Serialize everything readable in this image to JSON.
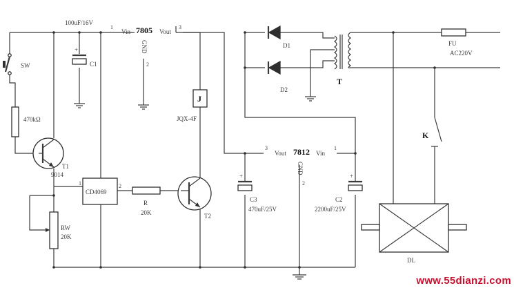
{
  "diagram": {
    "regulator_5v": {
      "name": "7805",
      "pin_in_name": "Vin",
      "pin_out_name": "Vout",
      "pin_gnd_name": "GND",
      "pin_in_num": "1",
      "pin_out_num": "3",
      "pin_gnd_num": "2"
    },
    "regulator_12v": {
      "name": "7812",
      "pin_in_name": "Vin",
      "pin_out_name": "Vout",
      "pin_gnd_name": "GND",
      "pin_in_num": "1",
      "pin_out_num": "3",
      "pin_gnd_num": "2"
    },
    "switch_sw": {
      "label": "SW"
    },
    "resistor_input": {
      "value": "470kΩ"
    },
    "cap_c1": {
      "name": "C1",
      "value": "100uF/16V"
    },
    "relay_j": {
      "name": "J",
      "model": "JQX-4F"
    },
    "transistor_t1": {
      "name": "T1",
      "model": "9014"
    },
    "ic_cd4069": {
      "name": "CD4069",
      "pin_in": "1",
      "pin_out": "2"
    },
    "resistor_r": {
      "name": "R",
      "value": "20K"
    },
    "transistor_t2": {
      "name": "T2"
    },
    "pot_rw": {
      "name": "RW",
      "value": "20K"
    },
    "cap_c3": {
      "name": "C3",
      "value": "470uF/25V"
    },
    "cap_c2": {
      "name": "C2",
      "value": "2200uF/25V"
    },
    "diode_d1": {
      "name": "D1"
    },
    "diode_d2": {
      "name": "D2"
    },
    "transformer": {
      "name": "T"
    },
    "fuse": {
      "name": "FU",
      "rating": "AC220V"
    },
    "relay_contact": {
      "name": "K"
    },
    "load": {
      "name": "DL"
    }
  },
  "watermark": {
    "text": "www.55dianzi.com"
  }
}
